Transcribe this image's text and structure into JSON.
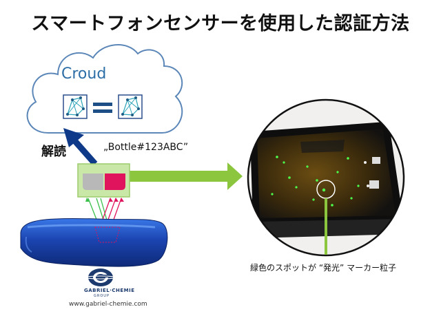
{
  "title": "スマートフォンセンサーを使用した認証方法",
  "cloud": {
    "label": "Croud"
  },
  "decode_label": "解読",
  "code_label": "„Bottle#123ABC”",
  "caption": "緑色のスポットが “発光” マーカー粒子",
  "logo": {
    "name": "GABRIEL·CHEMIE",
    "sub": "GROUP"
  },
  "url": "www.gabriel-chemie.com",
  "colors": {
    "cloud_stroke": "#5b86b8",
    "decode_arrow": "#0f3a8a",
    "green_arrow": "#8cc63f",
    "sensor_box": "#c9e7a7",
    "red_band": "#e0145c",
    "bottle": "#1f4fbf"
  },
  "icons": [
    "network-graph-icon",
    "equals-icon",
    "network-graph-icon"
  ]
}
